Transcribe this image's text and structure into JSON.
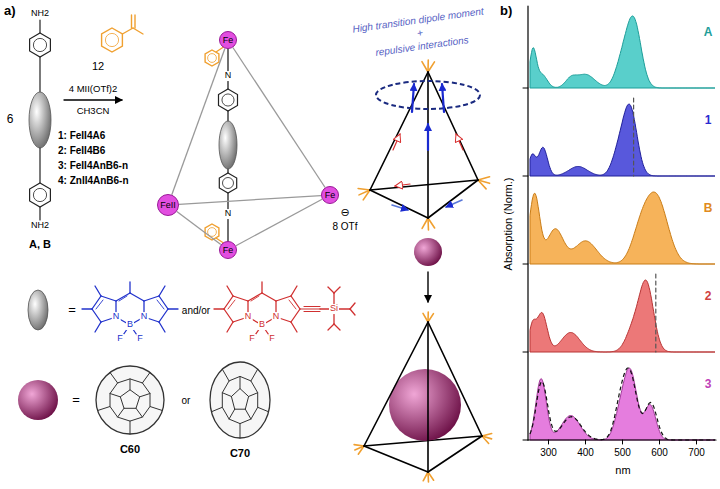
{
  "diagram": {
    "nodes": [
      {
        "text": [
          "Fe"
        ]
      },
      {
        "text": [
          "FeII"
        ]
      },
      {
        "text": [
          "Fe"
        ]
      },
      {
        "text": [
          "Fe"
        ]
      }
    ],
    "edges": [
      {
        "from": 0,
        "to": 1,
        "arrow": "none"
      },
      {
        "from": 0,
        "to": 2,
        "arrow": "none"
      },
      {
        "from": 1,
        "to": 2,
        "arrow": "none"
      },
      {
        "from": 1,
        "to": 3,
        "arrow": "none"
      },
      {
        "from": 2,
        "to": 3,
        "arrow": "none"
      }
    ],
    "labels": [
      "a)",
      "NH2",
      "NH2",
      "6",
      "A, B",
      "12",
      "4 MII(OTf)2",
      "CH3CN",
      "1: FeII4A6",
      "2: FeII4B6",
      "3: FeII4AnB6-n",
      "4: ZnII4AnB6-n",
      "N",
      "N",
      "⊖",
      "8 OTf",
      "High transition dipole moment",
      "+",
      "repulsive interactions",
      "=",
      "F",
      "F",
      "B",
      "N",
      "N",
      "and/or",
      "F",
      "F",
      "B",
      "N",
      "N",
      "Si",
      "=",
      "or",
      "C60",
      "C70",
      "b)",
      "A",
      "1",
      "B",
      "2",
      "3",
      "Absorption (Norm.)",
      "300",
      "400",
      "500",
      "600",
      "700",
      "nm"
    ]
  }
}
